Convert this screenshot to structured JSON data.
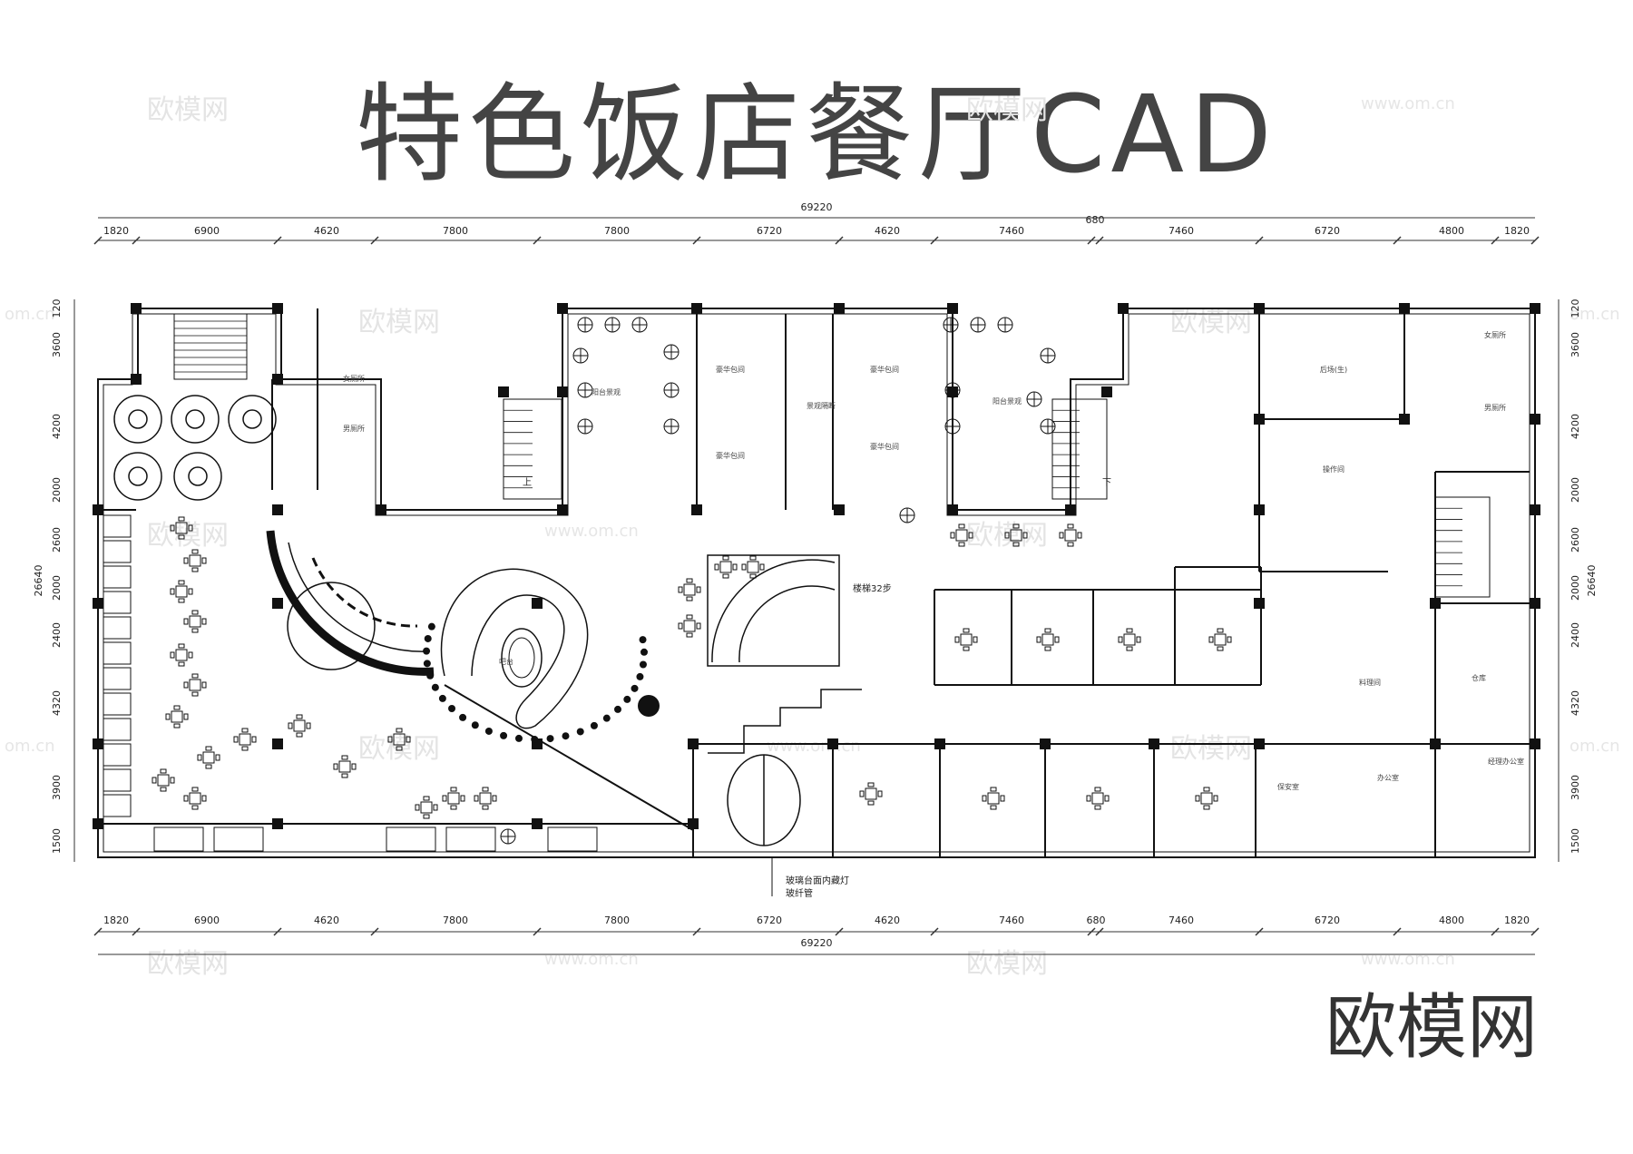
{
  "title": "特色饭店餐厅CAD",
  "brand": "欧模网",
  "watermarks": {
    "logo": "欧模网",
    "url": "www.om.cn",
    "url_short": "om.cn"
  },
  "dimensions": {
    "overall": "69220",
    "top_extra": "680",
    "top_segments": [
      "1820",
      "6900",
      "4620",
      "7800",
      "7800",
      "6720",
      "4620",
      "7460",
      "7460",
      "6720",
      "4800",
      "1820"
    ],
    "bottom_segments": [
      "1820",
      "6900",
      "4620",
      "7800",
      "7800",
      "6720",
      "4620",
      "7460",
      "680",
      "7460",
      "6720",
      "4800",
      "1820"
    ],
    "left_segments": [
      "120",
      "3600",
      "4200",
      "2000",
      "2600",
      "2000",
      "2400",
      "4320",
      "3900",
      "1500"
    ],
    "right_segments": [
      "120",
      "3600",
      "4200",
      "2000",
      "2600",
      "2000",
      "2400",
      "4320",
      "3900",
      "1500"
    ],
    "vertical_overall": "26640"
  },
  "labels": {
    "staircase_note": "楼梯32步",
    "glass_note_1": "玻璃台面内藏灯",
    "glass_note_2": "玻纤管",
    "up": "上",
    "down": "下",
    "balcony": "阳台景观",
    "vip_room": "豪华包间",
    "corridor": "景观隔断",
    "womens_wc": "女厕所",
    "mens_wc": "男厕所",
    "back_kitchen": "后场(生)",
    "operation": "操作间",
    "prep_room": "料理间",
    "storage": "仓库",
    "office": "办公室",
    "manager_office": "经理办公室",
    "security": "保安室",
    "bar": "吧台"
  },
  "colors": {
    "line": "#111111",
    "column": "#111111",
    "text": "#444444",
    "watermark": "#e4e4e4"
  }
}
